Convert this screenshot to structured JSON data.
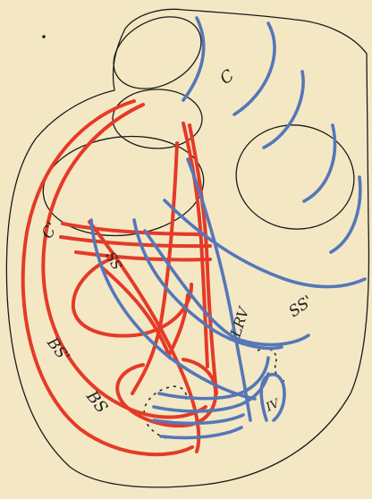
{
  "colors": {
    "background": "#f4e8c4",
    "outline": "#1a1a1a",
    "red_vessels": "#e53a28",
    "blue_vessels": "#5577b8"
  },
  "labels": {
    "c": "C",
    "c_prime": "C'",
    "ss": "SS",
    "ss_prime": "SS'",
    "bs_prime": "BS'",
    "bs": "BS",
    "lrv": "LRV",
    "iv": "IV"
  }
}
